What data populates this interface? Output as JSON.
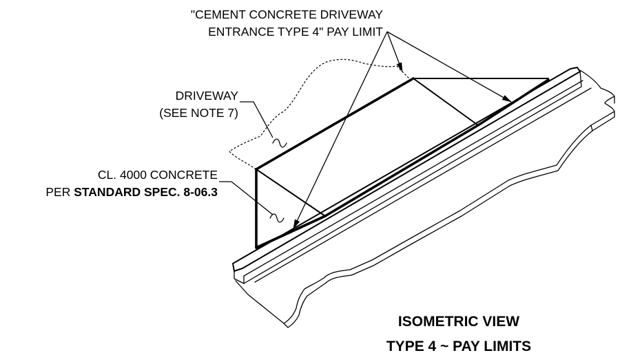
{
  "labels": {
    "pay_limit_line1": "\"CEMENT CONCRETE DRIVEWAY",
    "pay_limit_line2": "ENTRANCE TYPE 4\" PAY LIMIT",
    "driveway_line1": "DRIVEWAY",
    "driveway_line2": "(SEE NOTE 7)",
    "concrete_line1": "CL. 4000 CONCRETE",
    "concrete_line2_prefix": "PER ",
    "concrete_line2_bold": "STANDARD SPEC. 8-06.3",
    "title_line1": "ISOMETRIC VIEW",
    "title_line2": "TYPE 4 ~ PAY LIMITS"
  },
  "colors": {
    "ink": "#000000",
    "background": "#ffffff"
  }
}
